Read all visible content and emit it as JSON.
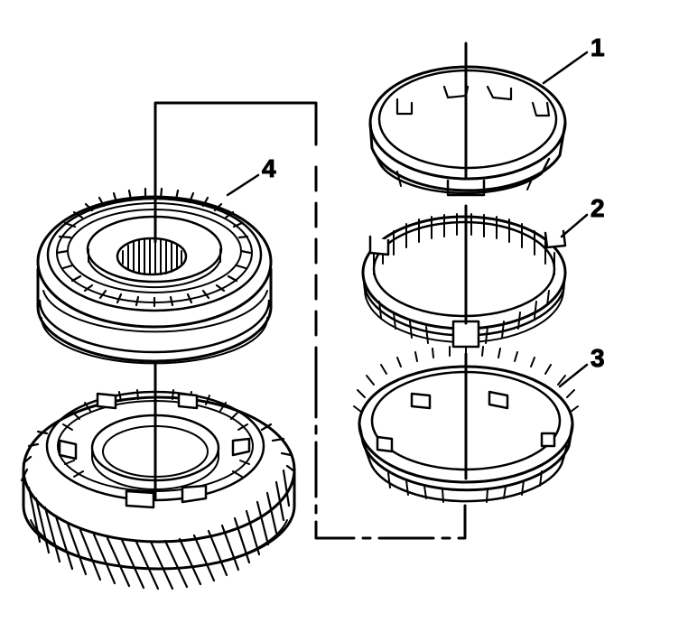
{
  "callouts": {
    "c1": "1",
    "c2": "2",
    "c3": "3",
    "c4": "4"
  },
  "colors": {
    "ink": "#000000",
    "paper": "#ffffff"
  },
  "parts": [
    {
      "id": "blocker-ring-outer",
      "callout": "1"
    },
    {
      "id": "synchronizer-cone-middle",
      "callout": "2"
    },
    {
      "id": "blocker-ring-inner-toothed",
      "callout": "3"
    },
    {
      "id": "synchronizer-assembly",
      "callout": "4"
    },
    {
      "id": "helical-gear",
      "callout": ""
    }
  ]
}
